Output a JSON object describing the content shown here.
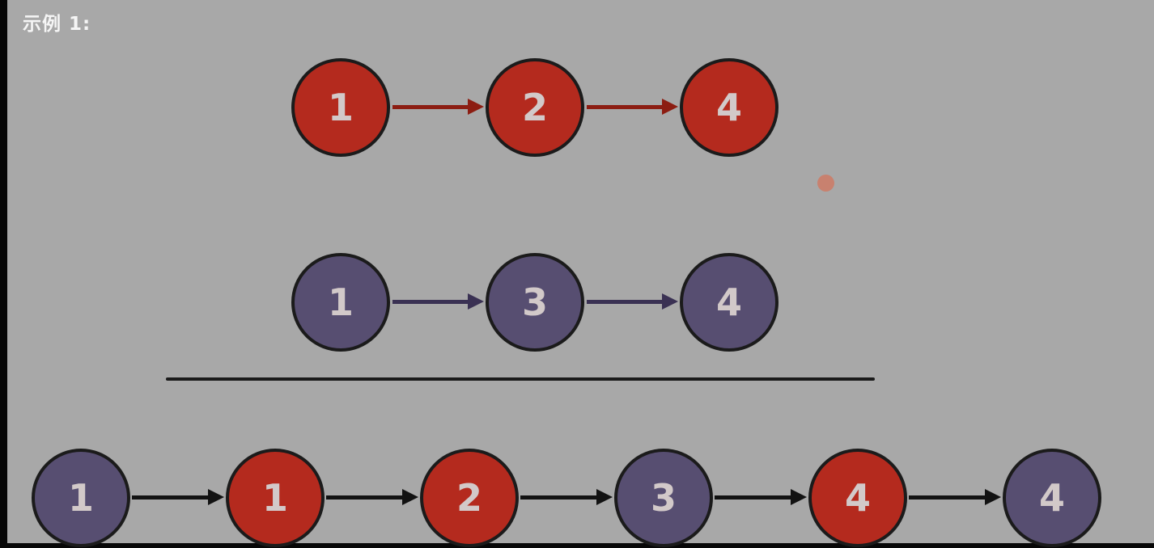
{
  "title": "示例 1:",
  "colors": {
    "background": "#a8a8a8",
    "red_node": "#b42a1e",
    "purple_node": "#574e71",
    "node_border": "#1b1b1b",
    "node_text": "#d2c9c9",
    "red_arrow": "#8c1d12",
    "purple_arrow": "#3a3153",
    "black_arrow": "#121212",
    "divider": "#1a1a1a",
    "marker_dot": "#c8816f",
    "title_text": "#f5f5f5"
  },
  "list1": {
    "color": "red",
    "nodes": [
      "1",
      "2",
      "4"
    ]
  },
  "list2": {
    "color": "purple",
    "nodes": [
      "1",
      "3",
      "4"
    ]
  },
  "merged": {
    "nodes": [
      {
        "value": "1",
        "color": "purple"
      },
      {
        "value": "1",
        "color": "red"
      },
      {
        "value": "2",
        "color": "red"
      },
      {
        "value": "3",
        "color": "purple"
      },
      {
        "value": "4",
        "color": "red"
      },
      {
        "value": "4",
        "color": "purple"
      }
    ]
  }
}
